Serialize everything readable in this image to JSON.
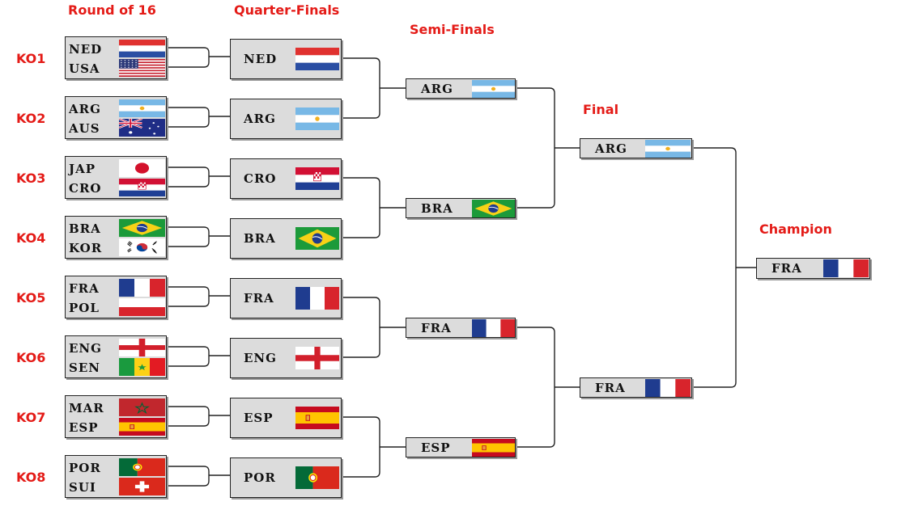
{
  "headers": {
    "round_of_16": "Round of 16",
    "quarter_finals": "Quarter-Finals",
    "semi_finals": "Semi-Finals",
    "final": "Final",
    "champion": "Champion"
  },
  "ko_labels": [
    "KO1",
    "KO2",
    "KO3",
    "KO4",
    "KO5",
    "KO6",
    "KO7",
    "KO8"
  ],
  "round_of_16": [
    {
      "team1": "NED",
      "flag1": "netherlands-flag",
      "team2": "USA",
      "flag2": "usa-flag"
    },
    {
      "team1": "ARG",
      "flag1": "argentina-flag",
      "team2": "AUS",
      "flag2": "australia-flag"
    },
    {
      "team1": "JAP",
      "flag1": "japan-flag",
      "team2": "CRO",
      "flag2": "croatia-flag"
    },
    {
      "team1": "BRA",
      "flag1": "brazil-flag",
      "team2": "KOR",
      "flag2": "korea-flag"
    },
    {
      "team1": "FRA",
      "flag1": "france-flag",
      "team2": "POL",
      "flag2": "poland-flag"
    },
    {
      "team1": "ENG",
      "flag1": "england-flag",
      "team2": "SEN",
      "flag2": "senegal-flag"
    },
    {
      "team1": "MAR",
      "flag1": "morocco-flag",
      "team2": "ESP",
      "flag2": "spain-flag"
    },
    {
      "team1": "POR",
      "flag1": "portugal-flag",
      "team2": "SUI",
      "flag2": "switzerland-flag"
    }
  ],
  "quarter_finals": [
    {
      "team": "NED",
      "flag": "netherlands-flag"
    },
    {
      "team": "ARG",
      "flag": "argentina-flag"
    },
    {
      "team": "CRO",
      "flag": "croatia-flag"
    },
    {
      "team": "BRA",
      "flag": "brazil-flag"
    },
    {
      "team": "FRA",
      "flag": "france-flag"
    },
    {
      "team": "ENG",
      "flag": "england-flag"
    },
    {
      "team": "ESP",
      "flag": "spain-flag"
    },
    {
      "team": "POR",
      "flag": "portugal-flag"
    }
  ],
  "semi_finals": [
    {
      "team": "ARG",
      "flag": "argentina-flag"
    },
    {
      "team": "BRA",
      "flag": "brazil-flag"
    },
    {
      "team": "FRA",
      "flag": "france-flag"
    },
    {
      "team": "ESP",
      "flag": "spain-flag"
    }
  ],
  "final": [
    {
      "team": "ARG",
      "flag": "argentina-flag"
    },
    {
      "team": "FRA",
      "flag": "france-flag"
    }
  ],
  "champion": {
    "team": "FRA",
    "flag": "france-flag"
  }
}
